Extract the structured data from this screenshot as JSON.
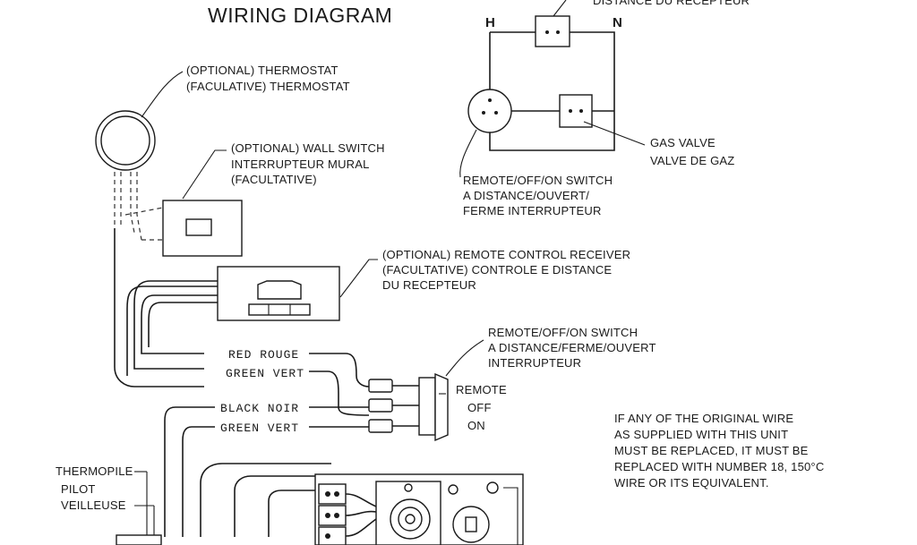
{
  "title": "WIRING DIAGRAM",
  "top_cutoff_label": "DISTANCE DU RECEPTEUR",
  "schematic": {
    "h_label": "H",
    "n_label": "N",
    "gas_valve": [
      "GAS VALVE",
      "VALVE DE GAZ"
    ],
    "switch": [
      "REMOTE/OFF/ON SWITCH",
      "A DISTANCE/OUVERT/",
      "FERME INTERRUPTEUR"
    ]
  },
  "thermostat": [
    "(OPTIONAL) THERMOSTAT",
    "(FACULATIVE) THERMOSTAT"
  ],
  "wall_switch": [
    "(OPTIONAL) WALL SWITCH",
    "INTERRUPTEUR MURAL",
    "(FACULTATIVE)"
  ],
  "receiver": [
    "(OPTIONAL) REMOTE CONTROL RECEIVER",
    "(FACULTATIVE) CONTROLE E DISTANCE",
    "DU RECEPTEUR"
  ],
  "rocker_switch": {
    "caption": [
      "REMOTE/OFF/ON SWITCH",
      "A DISTANCE/FERME/OUVERT",
      "INTERRUPTEUR"
    ],
    "positions": [
      "REMOTE",
      "OFF",
      "ON"
    ]
  },
  "wires": [
    "RED ROUGE",
    "GREEN VERT",
    "BLACK NOIR",
    "GREEN VERT"
  ],
  "thermopile": "THERMOPILE",
  "pilot": [
    "PILOT",
    "VEILLEUSE"
  ],
  "note": [
    "IF ANY OF THE ORIGINAL WIRE",
    "AS SUPPLIED WITH THIS UNIT",
    "MUST BE REPLACED, IT MUST BE",
    "REPLACED WITH NUMBER 18, 150°C",
    "WIRE OR ITS EQUIVALENT."
  ]
}
